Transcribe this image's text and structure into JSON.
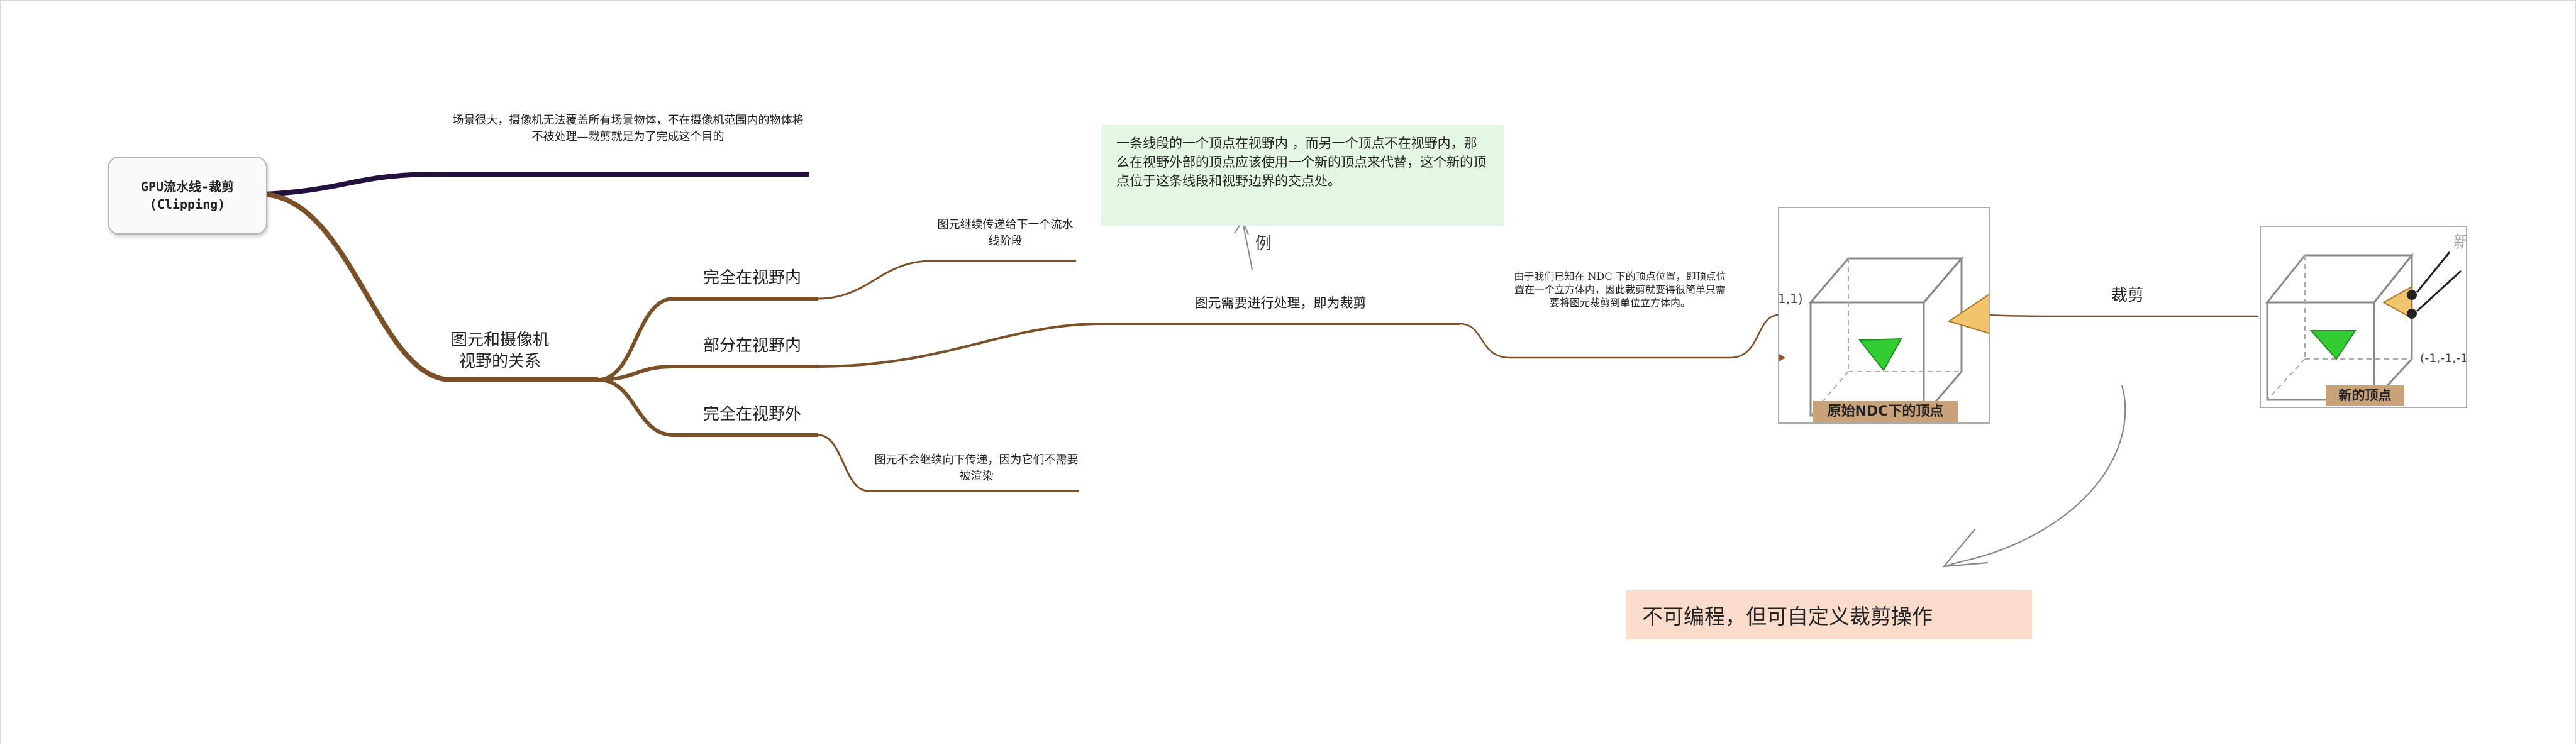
{
  "root": {
    "label": "GPU流水线-裁剪\n(Clipping)"
  },
  "branches": {
    "scene_note": "场景很大，摄像机无法覆盖所有场景物体，不在摄像机范围内的物体将不被处理—裁剪就是为了完成这个目的",
    "relation": "图元和摄像机视野的关系",
    "fully_inside": "完全在视野内",
    "fully_inside_note": "图元继续传递给下一个流水线阶段",
    "partially_inside": "部分在视野内",
    "partially_note": "图元需要进行处理，即为裁剪",
    "fully_outside": "完全在视野外",
    "fully_outside_note": "图元不会继续向下传递，因为它们不需要被渲染",
    "ndc_note": "由于我们已知在 NDC 下的顶点位置，即顶点位置在一个立方体内，因此裁剪就变得很简单只需要将图元裁剪到单位立方体内。",
    "clip_label": "裁剪"
  },
  "example": {
    "note": "一条线段的一个顶点在视野内 ，而另一个顶点不在视野内，那么在视野外部的顶点应该使用一个新的顶点来代替，这个新的顶点位于这条线段和视野边界的交点处。",
    "label": "例"
  },
  "images": {
    "original": {
      "caption": "原始NDC下的顶点",
      "axis_text": "1,1)"
    },
    "clipped": {
      "caption": "新的顶点",
      "axis_text": "(-1,-1,-1",
      "corner_text": "新"
    }
  },
  "callout": {
    "text": "不可编程，但可自定义裁剪操作"
  },
  "colors": {
    "branch_brown": "#7a5028",
    "branch_purple": "#24113f",
    "note_green": "#e3f7e2",
    "callout_peach": "#fbdccb",
    "caption_tan": "#c9a27a"
  }
}
